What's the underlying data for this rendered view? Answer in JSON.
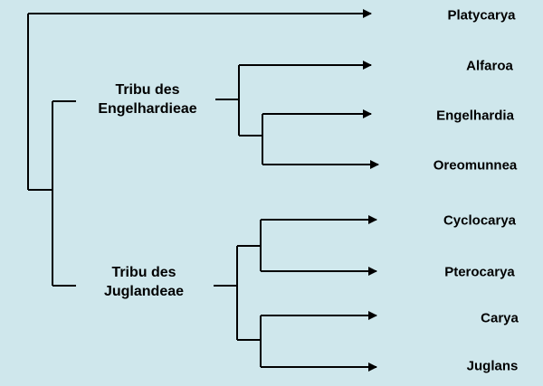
{
  "diagram": {
    "taxa": [
      "Platycarya",
      "Alfaroa",
      "Engelhardia",
      "Oreomunnea",
      "Cyclocarya",
      "Pterocarya",
      "Carya",
      "Juglans"
    ],
    "tribes": [
      {
        "line1": "Tribu des",
        "line2": "Engelhardieae"
      },
      {
        "line1": "Tribu des",
        "line2": "Juglandeae"
      }
    ],
    "colors": {
      "background": "#cfe7ec",
      "line": "#000000",
      "text": "#000000"
    }
  }
}
